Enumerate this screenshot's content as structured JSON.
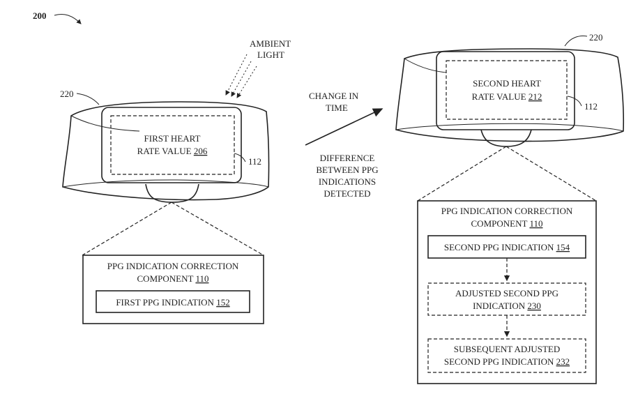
{
  "figure_label": "200",
  "ambient_light": [
    "AMBIENT",
    "LIGHT"
  ],
  "band_ref_left": "220",
  "band_ref_right": "220",
  "display_ref_left": "112",
  "display_ref_right": "112",
  "left_display": {
    "line1": "FIRST HEART",
    "line2": "RATE VALUE ",
    "ref": "206"
  },
  "right_display": {
    "line1": "SECOND HEART",
    "line2": "RATE VALUE ",
    "ref": "212"
  },
  "change_in_time": [
    "CHANGE IN",
    "TIME"
  ],
  "difference": [
    "DIFFERENCE",
    "BETWEEN PPG",
    "INDICATIONS",
    "DETECTED"
  ],
  "left_component": {
    "title1": "PPG INDICATION CORRECTION",
    "title2": "COMPONENT ",
    "title_ref": "110",
    "item": "FIRST PPG INDICATION ",
    "item_ref": "152"
  },
  "right_component": {
    "title1": "PPG INDICATION CORRECTION",
    "title2": "COMPONENT ",
    "title_ref": "110",
    "item1": "SECOND PPG INDICATION ",
    "item1_ref": "154",
    "item2_line1": "ADJUSTED SECOND PPG",
    "item2_line2": "INDICATION ",
    "item2_ref": "230",
    "item3_line1": "SUBSEQUENT ADJUSTED",
    "item3_line2": "SECOND PPG INDICATION ",
    "item3_ref": "232"
  }
}
